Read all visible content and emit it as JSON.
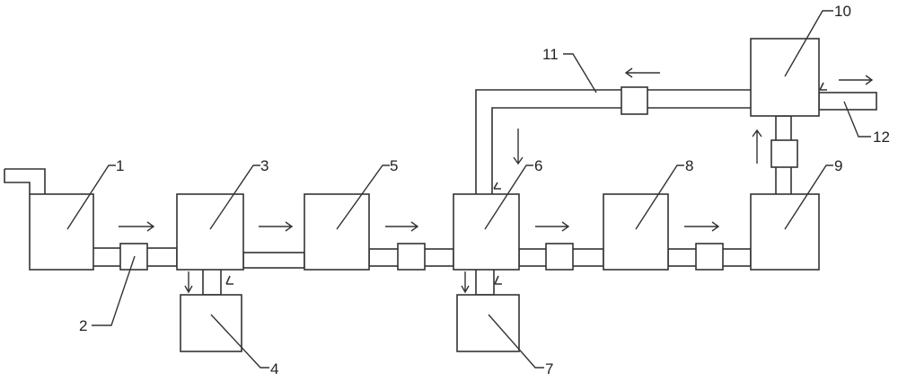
{
  "labels": {
    "n1": "1",
    "n2": "2",
    "n3": "3",
    "n4": "4",
    "n5": "5",
    "n6": "6",
    "n7": "7",
    "n8": "8",
    "n9": "9",
    "n10": "10",
    "n11": "11",
    "n12": "12"
  },
  "colors": {
    "stroke": "#333333",
    "background": "#ffffff"
  }
}
